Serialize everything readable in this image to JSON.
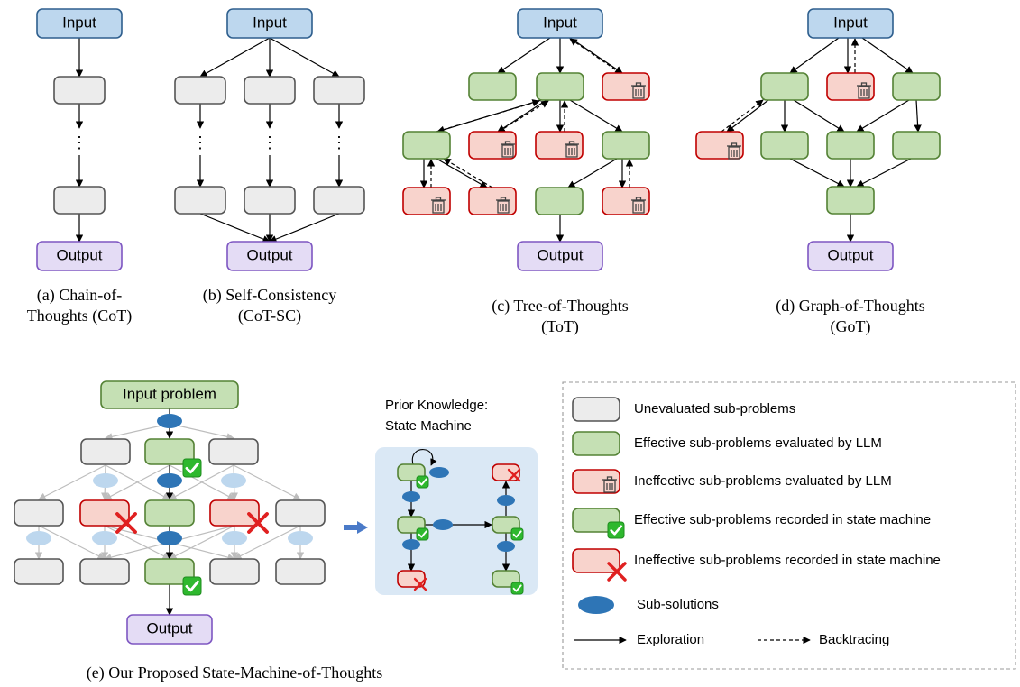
{
  "panels": {
    "a": {
      "caption": [
        "(a) Chain-of-",
        "Thoughts (CoT)"
      ],
      "input": "Input",
      "output": "Output",
      "ellipsis": "⋮"
    },
    "b": {
      "caption": [
        "(b) Self-Consistency",
        "(CoT-SC)"
      ],
      "input": "Input",
      "output": "Output",
      "ellipsis": "⋮"
    },
    "c": {
      "caption": [
        "(c) Tree-of-Thoughts",
        "(ToT)"
      ],
      "input": "Input",
      "output": "Output"
    },
    "d": {
      "caption": [
        "(d) Graph-of-Thoughts",
        "(GoT)"
      ],
      "input": "Input",
      "output": "Output"
    },
    "e": {
      "caption": "(e) Our Proposed State-Machine-of-Thoughts",
      "input": "Input problem",
      "output": "Output"
    }
  },
  "prior_knowledge": {
    "title": [
      "Prior Knowledge:",
      "State Machine"
    ]
  },
  "legend": {
    "items": [
      {
        "kind": "unevaluated",
        "label": "Unevaluated sub-problems"
      },
      {
        "kind": "effective",
        "label": "Effective sub-problems evaluated by LLM"
      },
      {
        "kind": "ineffective",
        "label": "Ineffective sub-problems evaluated by LLM"
      },
      {
        "kind": "effective-recorded",
        "label": "Effective sub-problems recorded in state machine"
      },
      {
        "kind": "ineffective-recorded",
        "label": "Ineffective sub-problems recorded in state machine"
      },
      {
        "kind": "sub-solution",
        "label": "Sub-solutions"
      }
    ],
    "exploration": "Exploration",
    "backtracing": "Backtracing"
  },
  "colors": {
    "input_fill": "#bdd7ee",
    "input_stroke": "#2e5f8e",
    "output_fill": "#e4dcf5",
    "output_stroke": "#7e57c2",
    "gray_fill": "#ececec",
    "gray_stroke": "#555555",
    "green_fill": "#c5e0b4",
    "green_stroke": "#548235",
    "red_fill": "#f8d3cc",
    "red_stroke": "#c00000",
    "ellipse": "#2e75b6",
    "ellipse_faded": "#bdd7ee",
    "pk_bg": "#dae8f5",
    "cross": "#e02020",
    "check": "#2eb82e"
  }
}
